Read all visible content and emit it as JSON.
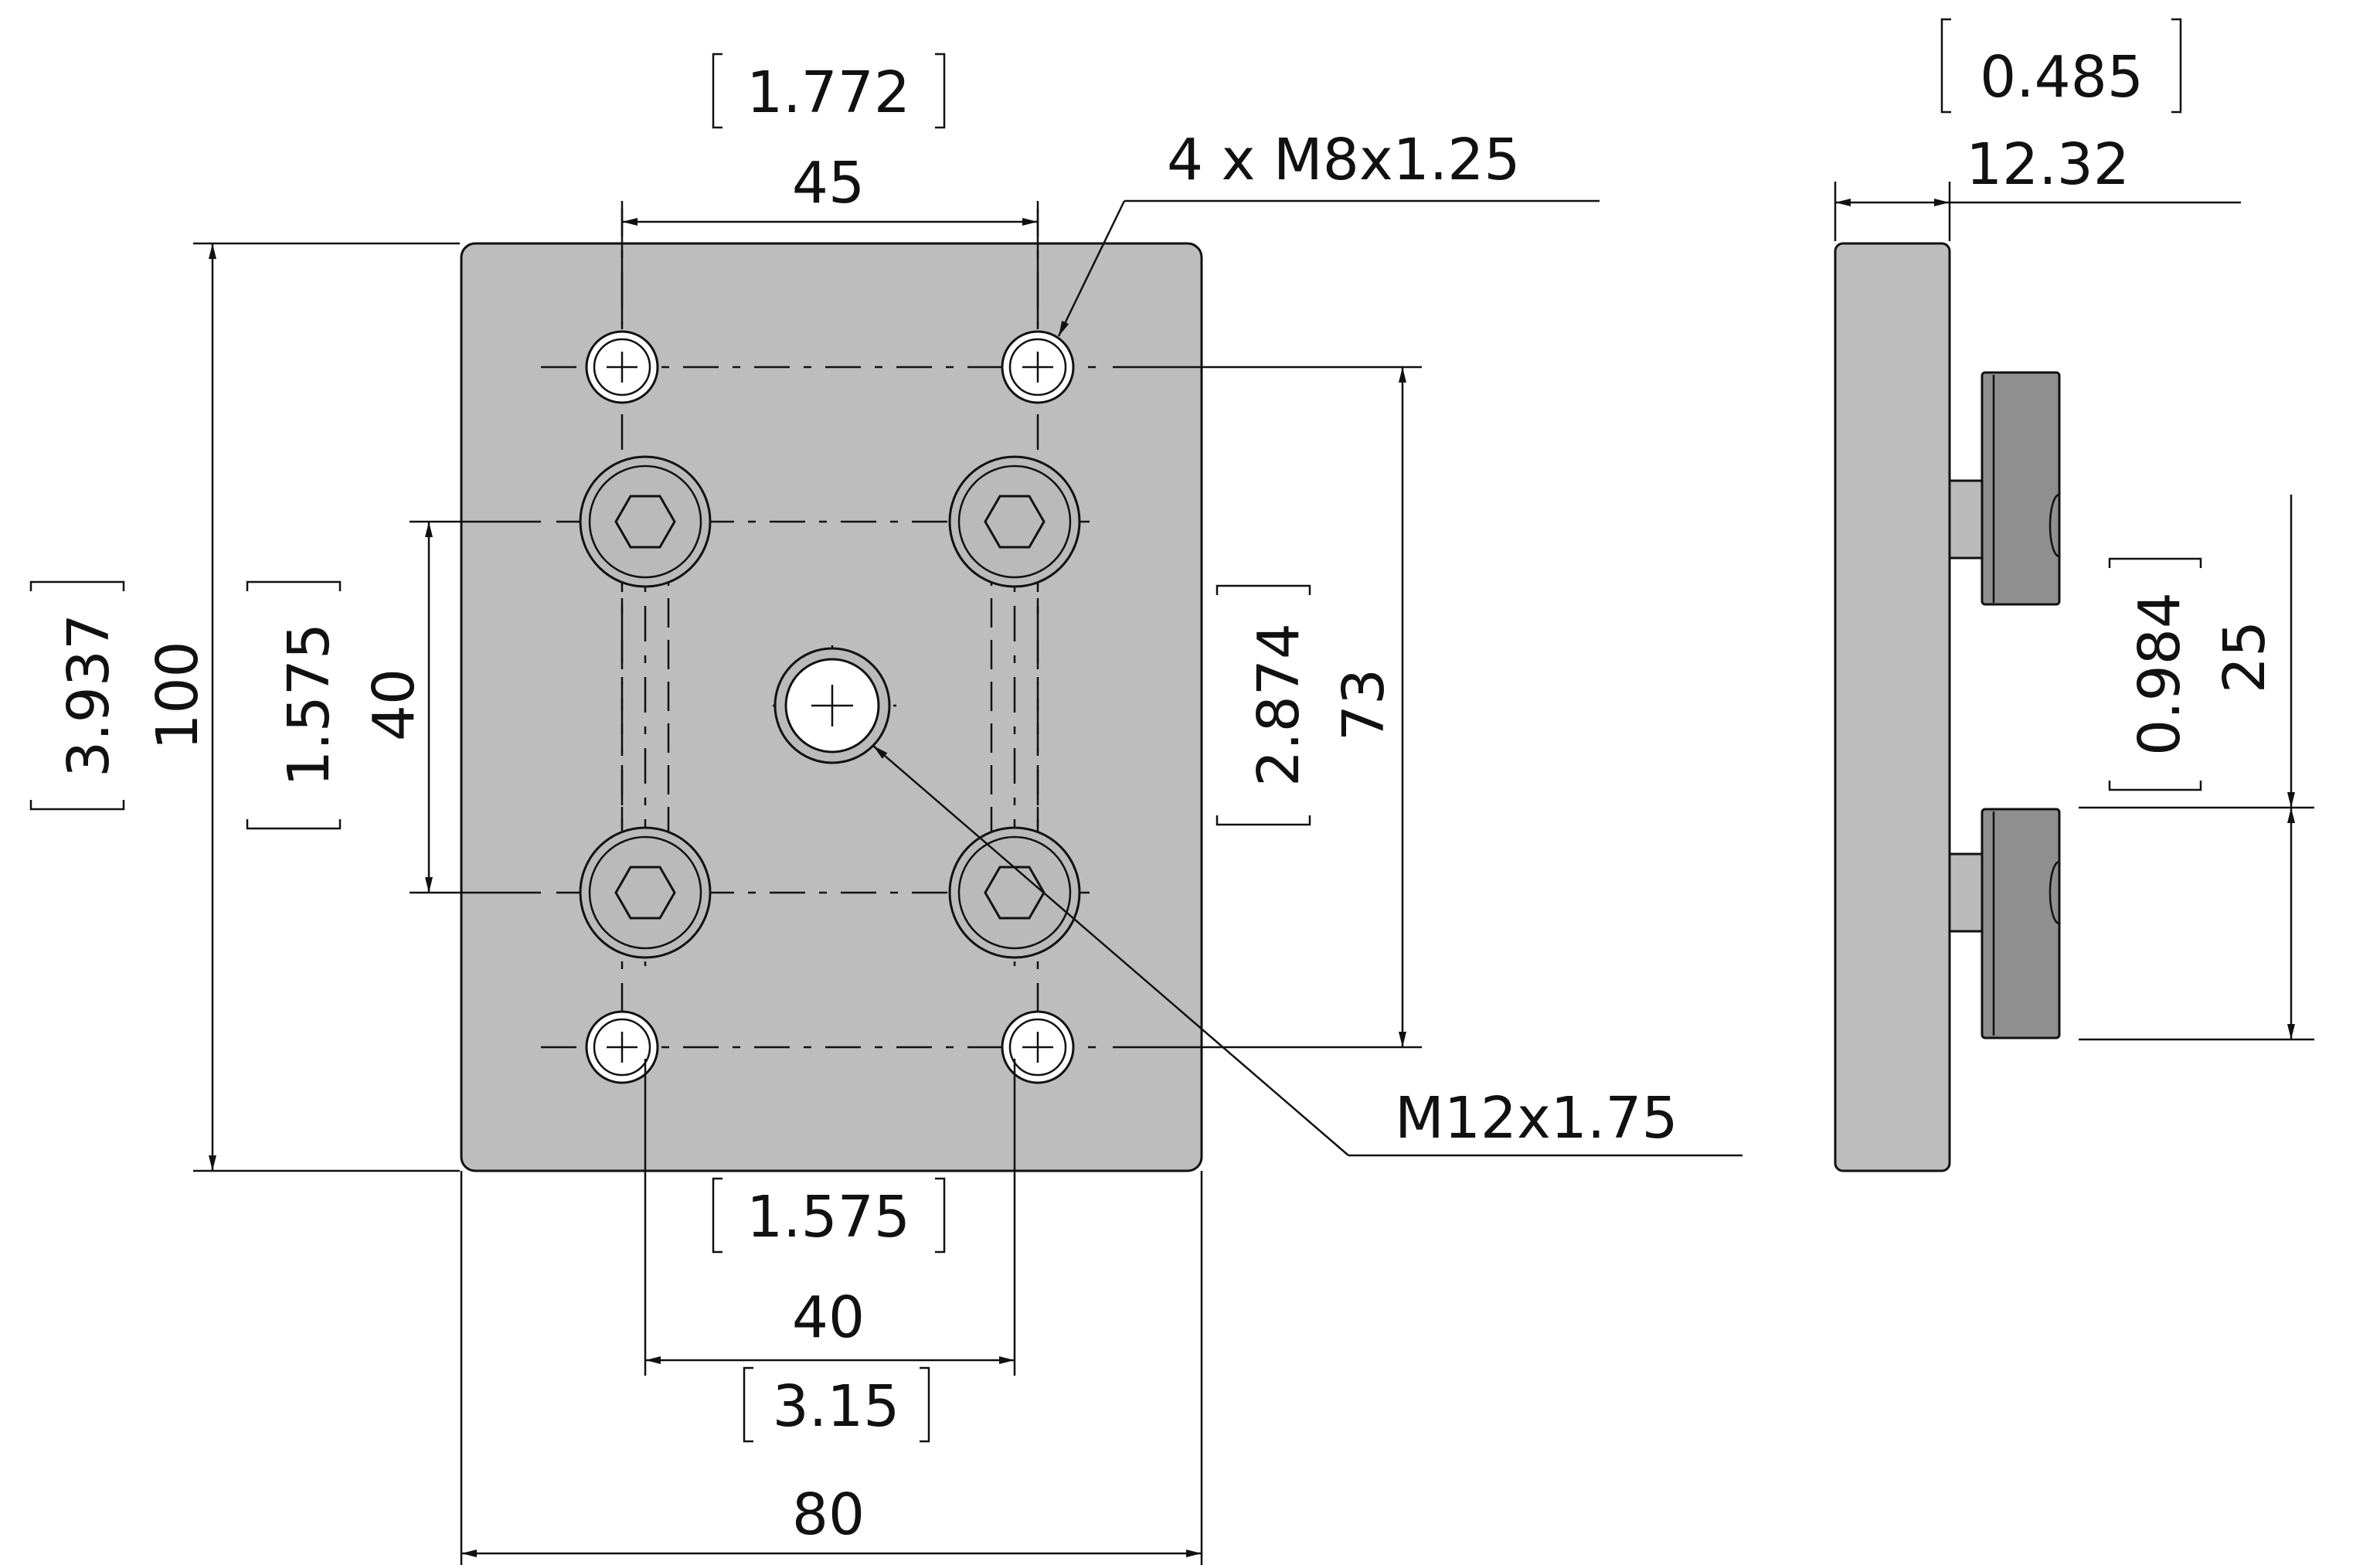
{
  "dimensions": {
    "top_spacing_in": "1.772",
    "top_spacing_mm": "45",
    "thread_small": "4 x M8x1.25",
    "height_in": "3.937",
    "height_mm": "100",
    "inner_v_in": "1.575",
    "inner_v_mm": "40",
    "outer_v_in": "2.874",
    "outer_v_mm": "73",
    "thread_center": "M12x1.75",
    "bottom_spacing_in": "1.575",
    "bottom_spacing_mm": "40",
    "width_in": "3.15",
    "width_mm": "80",
    "side_thickness_in": "0.485",
    "side_thickness_mm": "12.32",
    "side_spacing_in": "0.984",
    "side_spacing_mm": "25"
  },
  "colors": {
    "plate": "#bdbdbd",
    "block": "#8f8f8f",
    "ink": "#111111"
  }
}
